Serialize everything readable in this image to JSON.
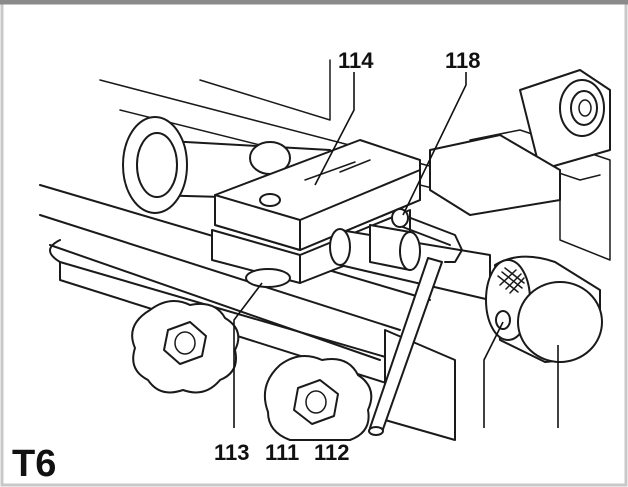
{
  "figure": {
    "id": "T6",
    "callouts": {
      "c114": "114",
      "c118": "118",
      "c113": "113",
      "c111": "111",
      "c112": "112"
    }
  }
}
